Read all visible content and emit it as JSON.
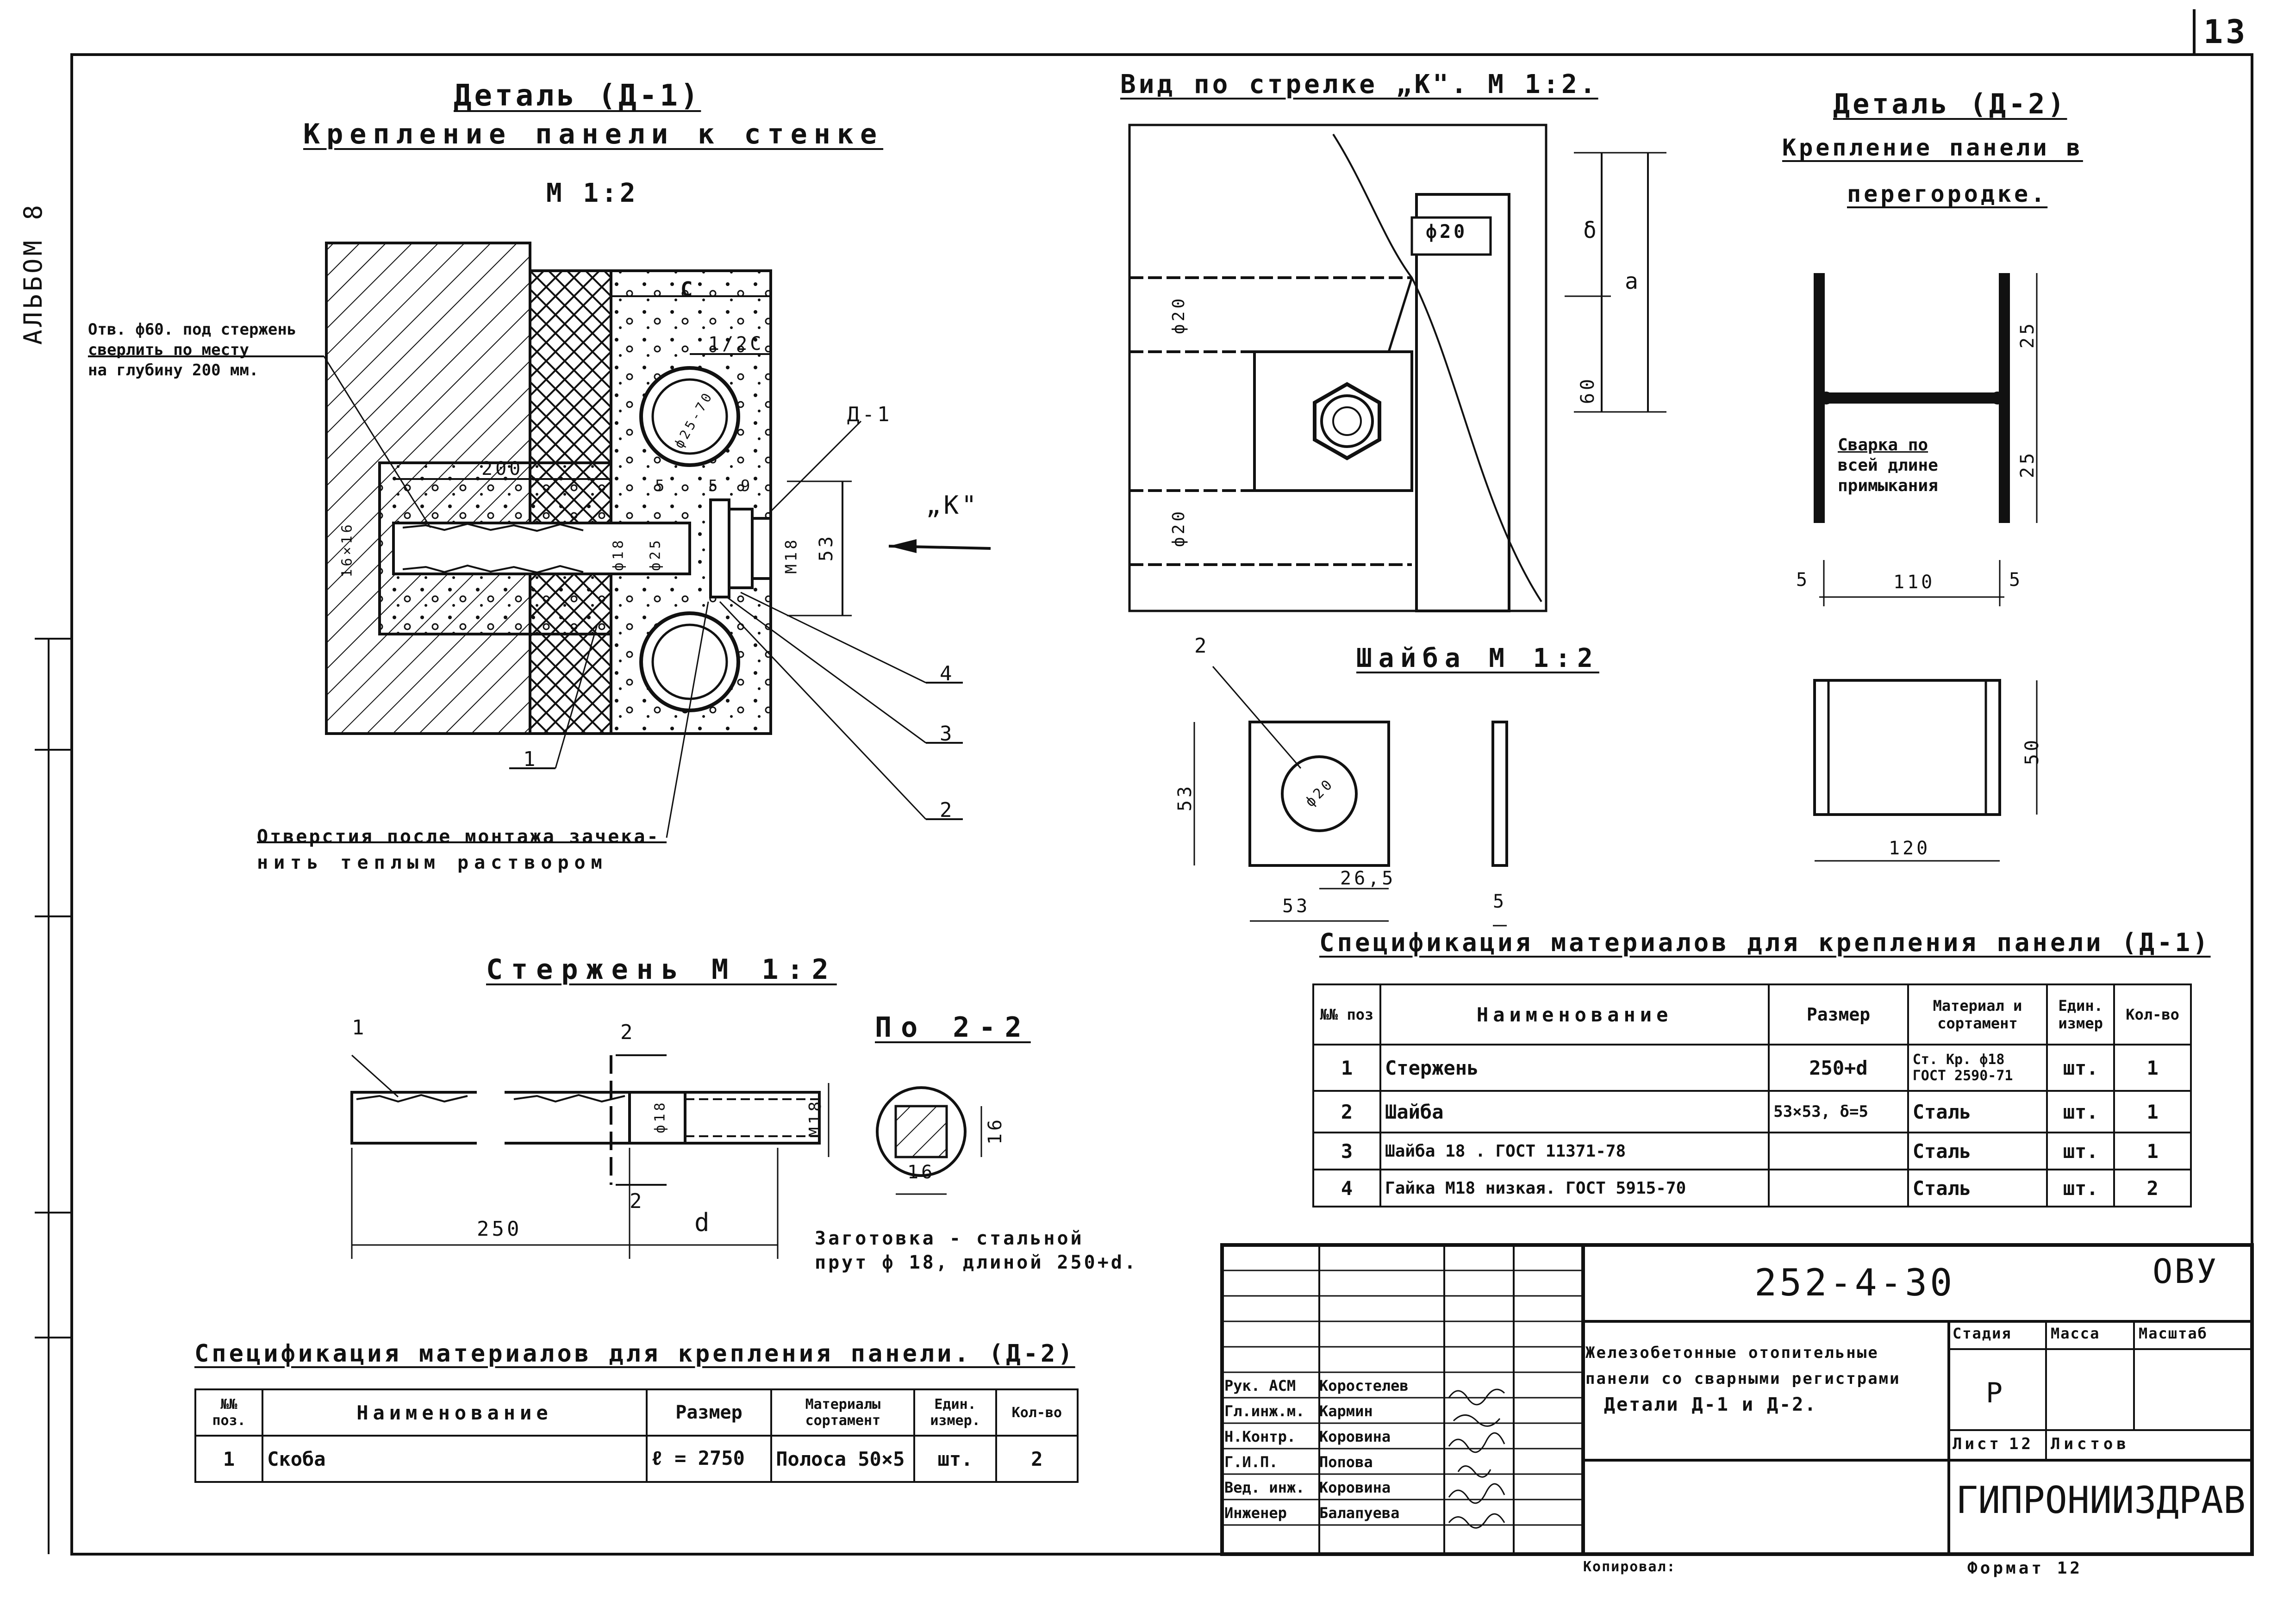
{
  "sheet_number": "13",
  "album_label": "АЛЬБОМ 8",
  "detail_d1": {
    "title": "Деталь (Д-1)",
    "subtitle": "Крепление панели к стенке",
    "scale": "М 1:2",
    "note_hole": [
      "Отв. ф60. под стержень",
      "сверлить по месту",
      "на глубину 200 мм."
    ],
    "note_bottom": [
      "Отверстия после монтажа зачека-",
      "нить теплым раствором"
    ],
    "dims": {
      "d200": "200",
      "d53": "53",
      "c": "C",
      "half_c": "1/2C",
      "d5": "5",
      "d5b": "5",
      "d9": "9",
      "m18": "M18",
      "phi18": "ф18",
      "phi25": "ф25",
      "pipe": "ф25-70",
      "rod": "16×16"
    },
    "callouts": [
      "Д-1",
      "4",
      "3",
      "2",
      "1"
    ],
    "arrow_label": "„К\""
  },
  "view_k": {
    "title": "Вид по стрелке „К\". М 1:2.",
    "dims": {
      "phi20_top": "ф20",
      "phi20_left1": "ф20",
      "phi20_left2": "ф20",
      "d60": "60",
      "delta": "δ",
      "a": "a"
    }
  },
  "detail_d2": {
    "title": "Деталь (Д-2)",
    "subtitle1": "Крепление панели в",
    "subtitle2": "перегородке.",
    "note": [
      "Сварка по",
      "всей длине",
      "примыкания"
    ],
    "dims": {
      "d25a": "25",
      "d25b": "25",
      "d5a": "5",
      "d110": "110",
      "d5b": "5",
      "d50": "50",
      "d120": "120"
    }
  },
  "washer": {
    "title": "Шайба М 1:2",
    "callout": "2",
    "dims": {
      "phi20": "ф20",
      "d53v": "53",
      "d53h": "53",
      "d26_5": "26,5",
      "d5": "5"
    }
  },
  "rod": {
    "title": "Стержень М 1:2",
    "callout": "1",
    "section_mark_top": "2",
    "section_mark_bottom": "2",
    "dims": {
      "d250": "250",
      "d": "d",
      "phi18": "ф18",
      "m18": "M18"
    },
    "note": [
      "Заготовка - стальной",
      "прут ф 18, длиной 250+d."
    ]
  },
  "section_22": {
    "title": "По 2-2",
    "dims": {
      "d16v": "16",
      "d16h": "16"
    }
  },
  "spec_d1": {
    "title": "Спецификация материалов для крепления панели (Д-1)",
    "headers": [
      "№№ поз",
      "Наименование",
      "Размер",
      "Материал и сортамент",
      "Един. измер",
      "Кол-во"
    ],
    "rows": [
      [
        "1",
        "Стержень",
        "250+d",
        "Ст. Кр. ф18 ГОСТ 2590-71",
        "шт.",
        "1"
      ],
      [
        "2",
        "Шайба",
        "53×53, δ=5",
        "Сталь",
        "шт.",
        "1"
      ],
      [
        "3",
        "Шайба 18 . ГОСТ 11371-78",
        "",
        "Сталь",
        "шт.",
        "1"
      ],
      [
        "4",
        "Гайка М18 низкая. ГОСТ 5915-70",
        "",
        "Сталь",
        "шт.",
        "2"
      ]
    ]
  },
  "spec_d2": {
    "title": "Спецификация материалов для крепления панели. (Д-2)",
    "headers": [
      "№№ поз.",
      "Наименование",
      "Размер",
      "Материалы сортамент",
      "Един. измер.",
      "Кол-во"
    ],
    "rows": [
      [
        "1",
        "Скоба",
        "ℓ = 2750",
        "Полоса 50×5",
        "шт.",
        "2"
      ]
    ]
  },
  "stamp": {
    "code": "252-4-30",
    "section": "ОВУ",
    "description": [
      "Железобетонные отопительные",
      "панели со сварными регистрами",
      "Детали Д-1 и Д-2."
    ],
    "stage_label": "Стадия",
    "mass_label": "Масса",
    "scale_label": "Масштаб",
    "stage": "Р",
    "sheet_label": "Лист",
    "sheet": "12",
    "sheets_label": "Листов",
    "org": "ГИПРОНИИЗДРАВ",
    "format": "Формат 12",
    "copied": "Копировал:",
    "staff": [
      {
        "role": "Рук. АСМ",
        "name": "Коростелев"
      },
      {
        "role": "Гл.инж.м.",
        "name": "Кармин"
      },
      {
        "role": "Н.Контр.",
        "name": "Коровина"
      },
      {
        "role": "Г.И.П.",
        "name": "Попова"
      },
      {
        "role": "Вед. инж.",
        "name": "Коровина"
      },
      {
        "role": "Инженер",
        "name": "Балапуева"
      }
    ]
  }
}
